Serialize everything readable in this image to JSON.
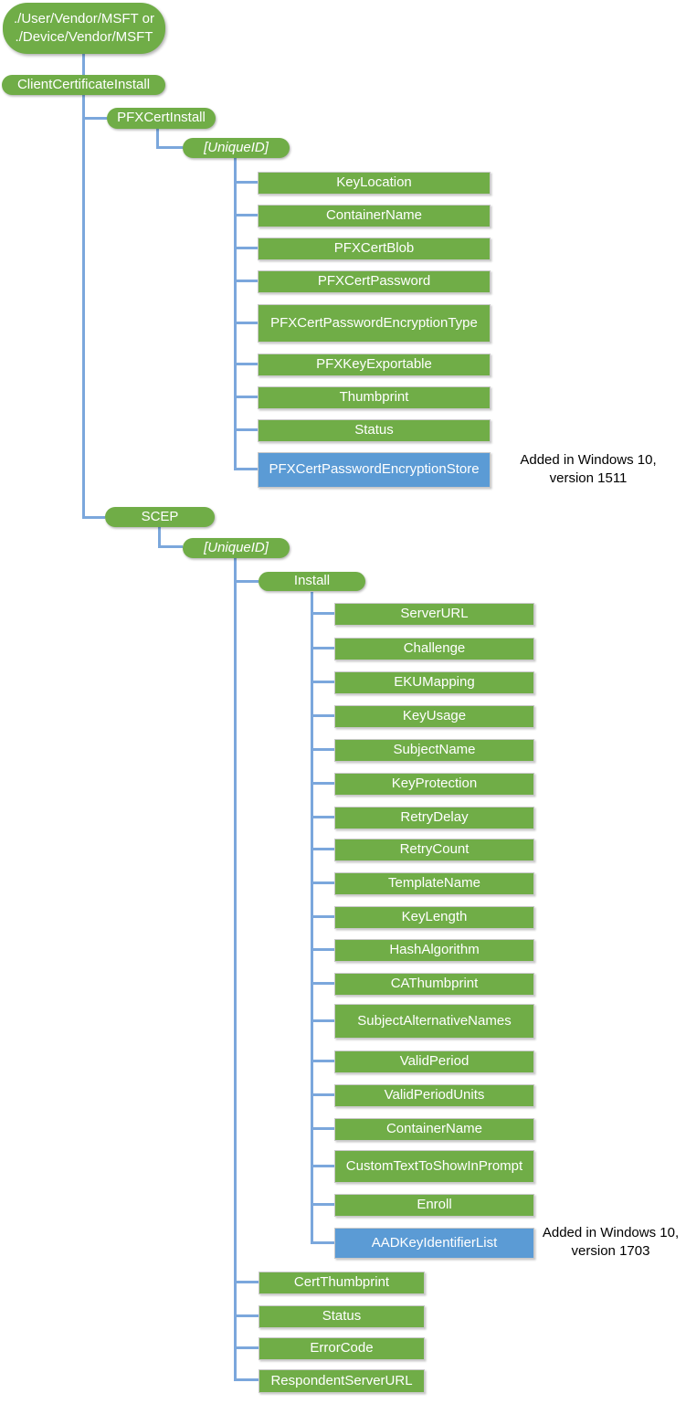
{
  "colors": {
    "node_green": "#70AD47",
    "node_blue": "#5B9BD5",
    "connector_blue": "#7BA7DC",
    "annotation_text": "#000000",
    "node_text": "#ffffff"
  },
  "root": {
    "line1": "./User/Vendor/MSFT or",
    "line2": "./Device/Vendor/MSFT"
  },
  "pills": {
    "client_certificate_install": "ClientCertificateInstall",
    "pfx_cert_install": "PFXCertInstall",
    "pfx_unique_id": "[UniqueID]",
    "scep": "SCEP",
    "scep_unique_id": "[UniqueID]",
    "install": "Install"
  },
  "pfx_children": [
    {
      "label": "KeyLocation"
    },
    {
      "label": "ContainerName"
    },
    {
      "label": "PFXCertBlob"
    },
    {
      "label": "PFXCertPassword"
    },
    {
      "label": "PFXCertPasswordEncryptionType"
    },
    {
      "label": "PFXKeyExportable"
    },
    {
      "label": "Thumbprint"
    },
    {
      "label": "Status"
    },
    {
      "label": "PFXCertPasswordEncryptionStore",
      "highlight": "blue"
    }
  ],
  "install_children": [
    {
      "label": "ServerURL"
    },
    {
      "label": "Challenge"
    },
    {
      "label": "EKUMapping"
    },
    {
      "label": "KeyUsage"
    },
    {
      "label": "SubjectName"
    },
    {
      "label": "KeyProtection"
    },
    {
      "label": "RetryDelay"
    },
    {
      "label": "RetryCount"
    },
    {
      "label": "TemplateName"
    },
    {
      "label": "KeyLength"
    },
    {
      "label": "HashAlgorithm"
    },
    {
      "label": "CAThumbprint"
    },
    {
      "label": "SubjectAlternativeNames"
    },
    {
      "label": "ValidPeriod"
    },
    {
      "label": "ValidPeriodUnits"
    },
    {
      "label": "ContainerName"
    },
    {
      "label": "CustomTextToShowInPrompt"
    },
    {
      "label": "Enroll"
    },
    {
      "label": "AADKeyIdentifierList",
      "highlight": "blue"
    }
  ],
  "scep_children": [
    {
      "label": "CertThumbprint"
    },
    {
      "label": "Status"
    },
    {
      "label": "ErrorCode"
    },
    {
      "label": "RespondentServerURL"
    }
  ],
  "annotations": {
    "win10_1511": {
      "line1": "Added in Windows 10,",
      "line2": "version 1511"
    },
    "win10_1703": {
      "line1": "Added in Windows 10,",
      "line2": "version 1703"
    }
  }
}
